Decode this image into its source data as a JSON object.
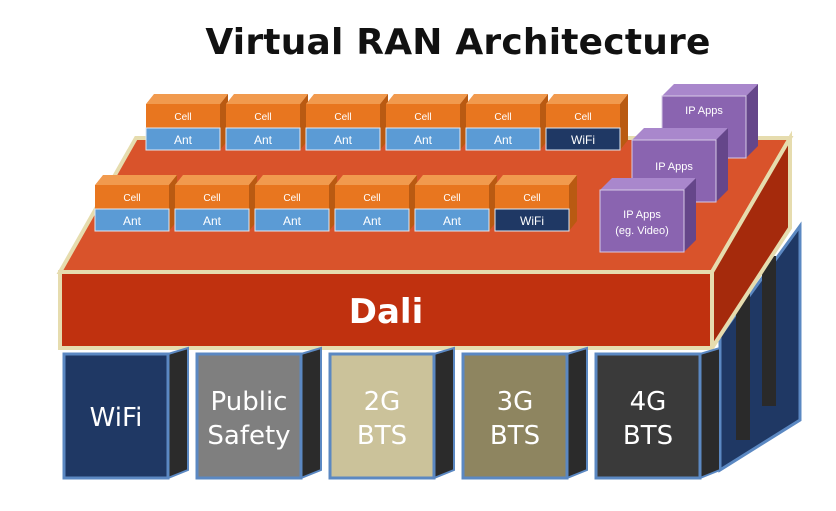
{
  "title": "Virtual RAN Architecture",
  "platform": {
    "label": "Dali"
  },
  "rows": {
    "back": [
      {
        "top": "Cell",
        "bottom": "Ant"
      },
      {
        "top": "Cell",
        "bottom": "Ant"
      },
      {
        "top": "Cell",
        "bottom": "Ant"
      },
      {
        "top": "Cell",
        "bottom": "Ant"
      },
      {
        "top": "Cell",
        "bottom": "Ant"
      },
      {
        "top": "Cell",
        "bottom": "WiFi"
      }
    ],
    "front": [
      {
        "top": "Cell",
        "bottom": "Ant"
      },
      {
        "top": "Cell",
        "bottom": "Ant"
      },
      {
        "top": "Cell",
        "bottom": "Ant"
      },
      {
        "top": "Cell",
        "bottom": "Ant"
      },
      {
        "top": "Cell",
        "bottom": "Ant"
      },
      {
        "top": "Cell",
        "bottom": "WiFi"
      }
    ]
  },
  "ip_apps": [
    {
      "line1": "IP Apps",
      "line2": ""
    },
    {
      "line1": "IP Apps",
      "line2": ""
    },
    {
      "line1": "IP Apps",
      "line2": "(eg. Video)"
    }
  ],
  "bts_blocks": [
    {
      "line1": "WiFi",
      "line2": ""
    },
    {
      "line1": "Public",
      "line2": "Safety"
    },
    {
      "line1": "2G",
      "line2": "BTS"
    },
    {
      "line1": "3G",
      "line2": "BTS"
    },
    {
      "line1": "4G",
      "line2": "BTS"
    }
  ],
  "colors": {
    "cell": "#e8761f",
    "cell_top": "#f19a4e",
    "cell_side": "#b95a12",
    "ant": "#5b9bd5",
    "ant_side": "#3f78ad",
    "wifi_module": "#1f3864",
    "ip_apps": "#8a64b0",
    "ip_apps_top": "#a987cc",
    "ip_apps_side": "#65468a",
    "dali": "#c0310f",
    "dali_top": "#d9532b",
    "frame": "#e6dcae",
    "bts_wifi": "#1f3864",
    "bts_public_safety": "#7f7f7f",
    "bts_2g": "#cbc29a",
    "bts_3g": "#8e8560",
    "bts_4g": "#3a3a3a",
    "bts_border": "#5b88c2"
  }
}
